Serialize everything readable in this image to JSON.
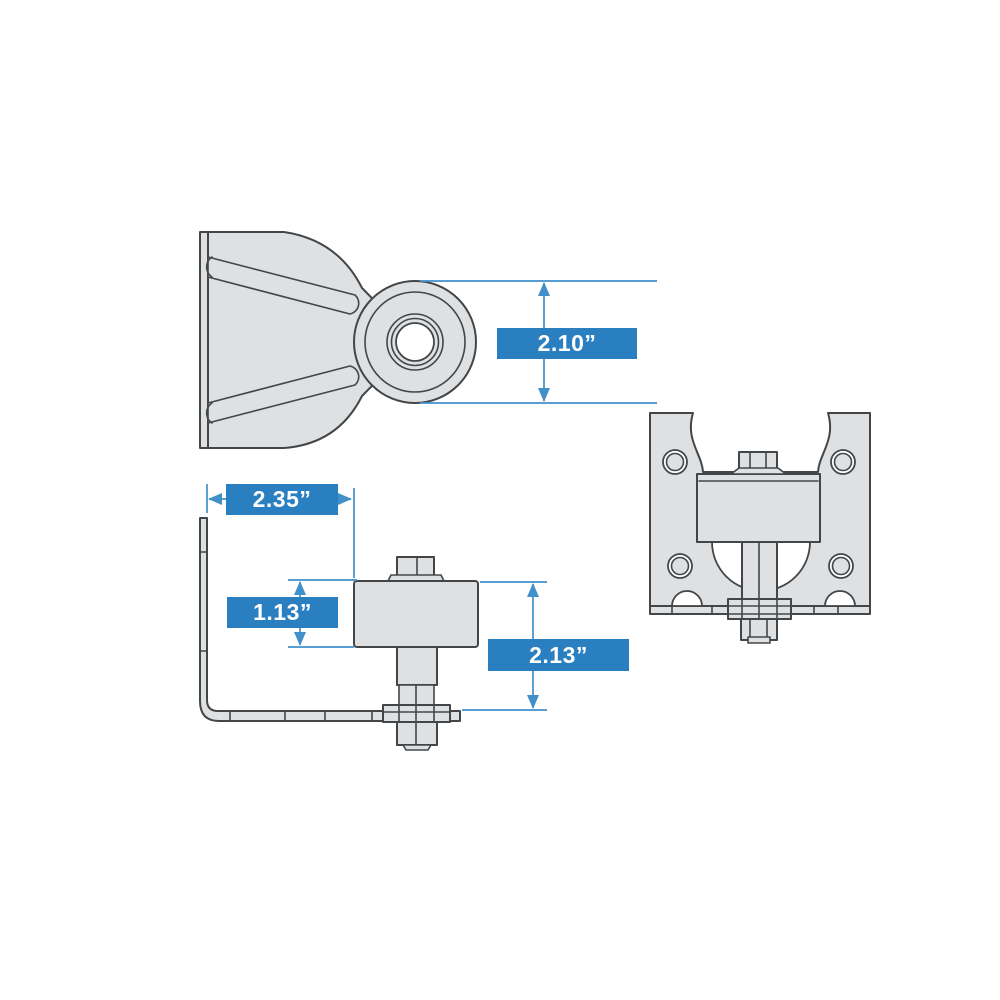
{
  "colors": {
    "accent": "#2a7fc1",
    "dimline": "#4190ca",
    "partfill": "#dfe0e2",
    "outline": "#434648",
    "background": "#ffffff",
    "labeltext": "#ffffff"
  },
  "dimensions": {
    "eye_diameter": "2.10”",
    "bracket_width": "2.35”",
    "bushing_height": "1.13”",
    "overall_height": "2.13”"
  }
}
